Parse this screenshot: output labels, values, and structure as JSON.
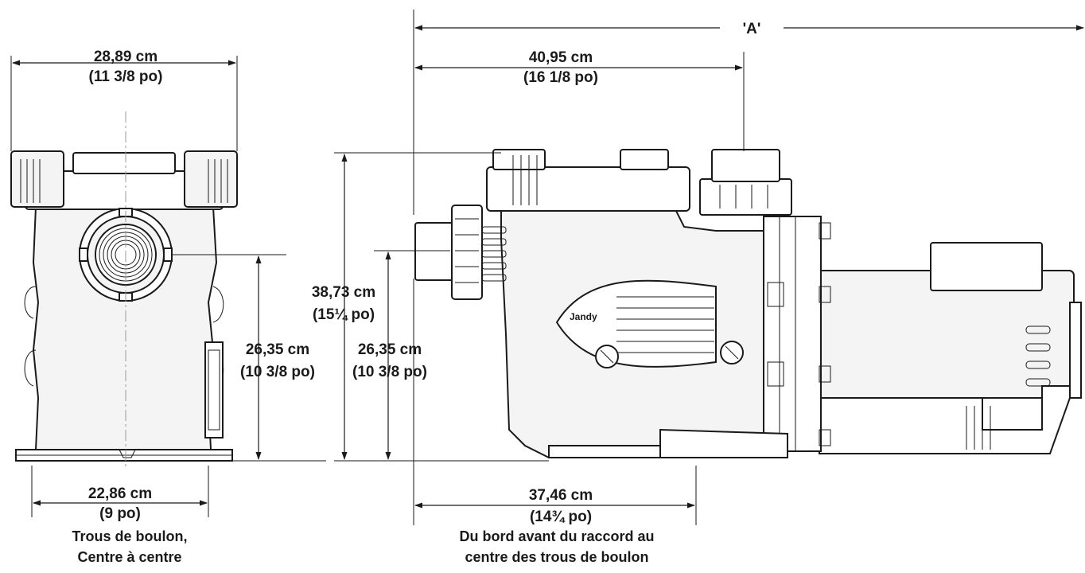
{
  "dimensions": {
    "a_label": "'A'",
    "top_width_cm": "28,89 cm",
    "top_width_in": "(11 3/8 po)",
    "bolt_width_cm": "22,86 cm",
    "bolt_width_in": "(9 po)",
    "left_height_cm": "26,35 cm",
    "left_height_in": "(10 3/8 po)",
    "overall_height_cm": "38,73 cm",
    "overall_height_in": "(15¼ po)",
    "side_height_cm": "26,35 cm",
    "side_height_in": "(10 3/8 po)",
    "inlet_to_outlet_cm": "40,95 cm",
    "inlet_to_outlet_in": "(16 1/8 po)",
    "front_to_bolt_cm": "37,46 cm",
    "front_to_bolt_in": "(14¾ po)"
  },
  "captions": {
    "bolt_line1": "Trous de boulon,",
    "bolt_line2": "Centre à centre",
    "front_line1": "Du bord avant du raccord au",
    "front_line2": "centre des trous de boulon"
  },
  "logo_text": "Jandy"
}
